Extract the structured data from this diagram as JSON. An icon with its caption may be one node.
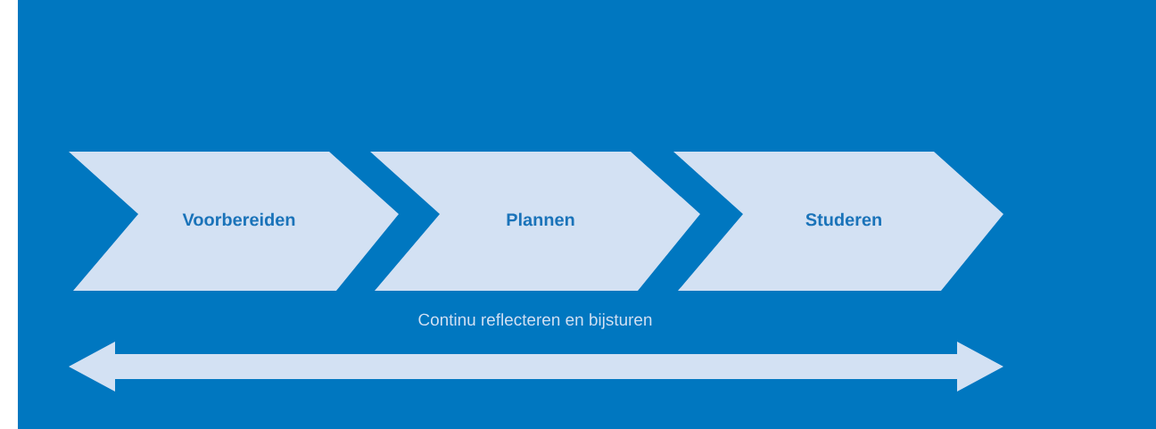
{
  "diagram": {
    "nodes": [
      {
        "text": [
          "Voorbereiden"
        ]
      },
      {
        "text": [
          "Plannen"
        ]
      },
      {
        "text": [
          "Studeren"
        ]
      }
    ],
    "labels": [
      "Continu reflecteren en bijsturen"
    ]
  }
}
